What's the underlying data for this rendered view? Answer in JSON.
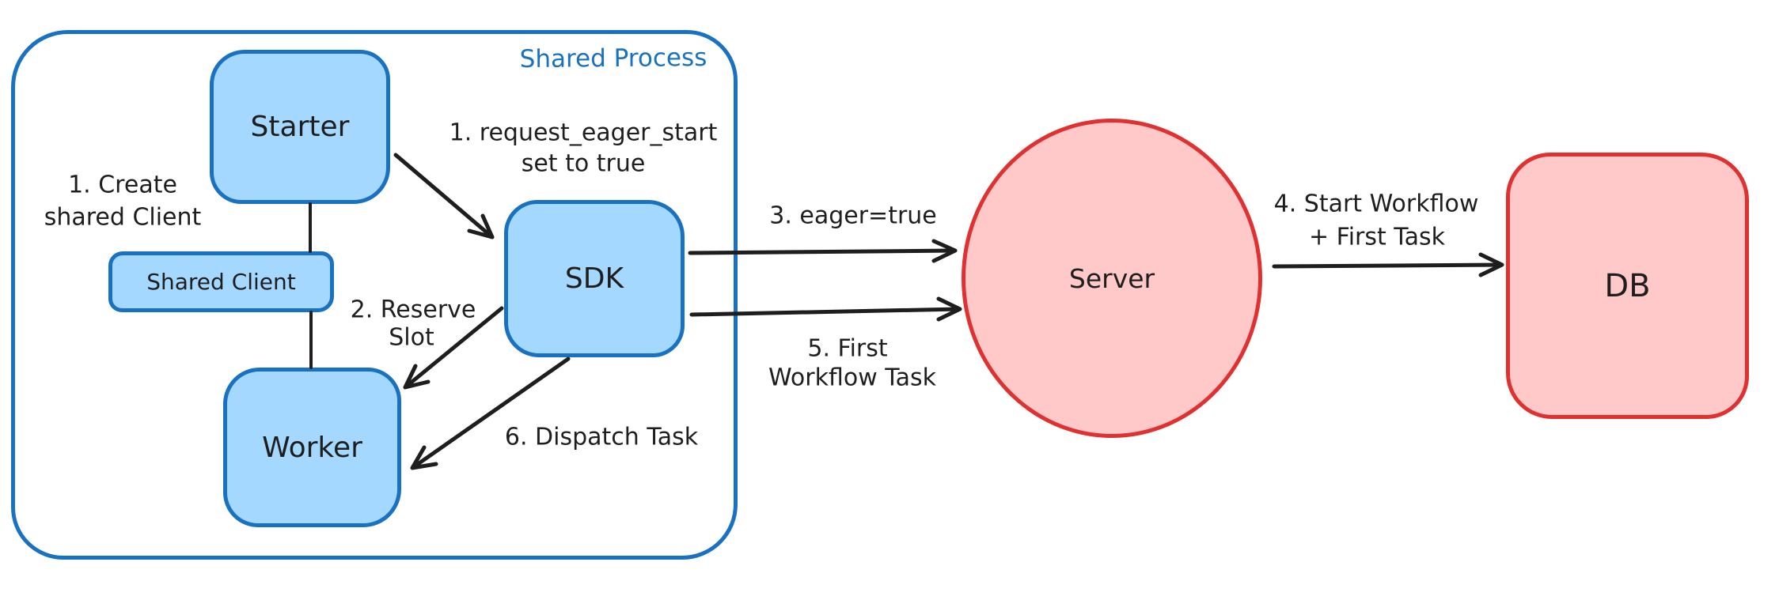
{
  "diagram": {
    "container_label": "Shared Process",
    "nodes": {
      "starter": "Starter",
      "shared_client": "Shared Client",
      "worker": "Worker",
      "sdk": "SDK",
      "server": "Server",
      "db": "DB"
    },
    "annotations": {
      "create_client_line1": "1. Create",
      "create_client_line2": "shared Client",
      "request_eager_line1": "1. request_eager_start",
      "request_eager_line2": "set to true",
      "reserve_slot_line1": "2. Reserve",
      "reserve_slot_line2": "Slot",
      "eager_true": "3. eager=true",
      "start_workflow_line1": "4. Start Workflow",
      "start_workflow_line2": "+ First Task",
      "first_task_line1": "5. First",
      "first_task_line2": "Workflow Task",
      "dispatch_task": "6. Dispatch Task"
    },
    "colors": {
      "blue_stroke": "#1971c2",
      "blue_fill": "#a5d8ff",
      "red_stroke": "#e03131",
      "red_fill": "#ffc9c9",
      "text": "#1e1e1e",
      "background": "#ffffff"
    }
  }
}
